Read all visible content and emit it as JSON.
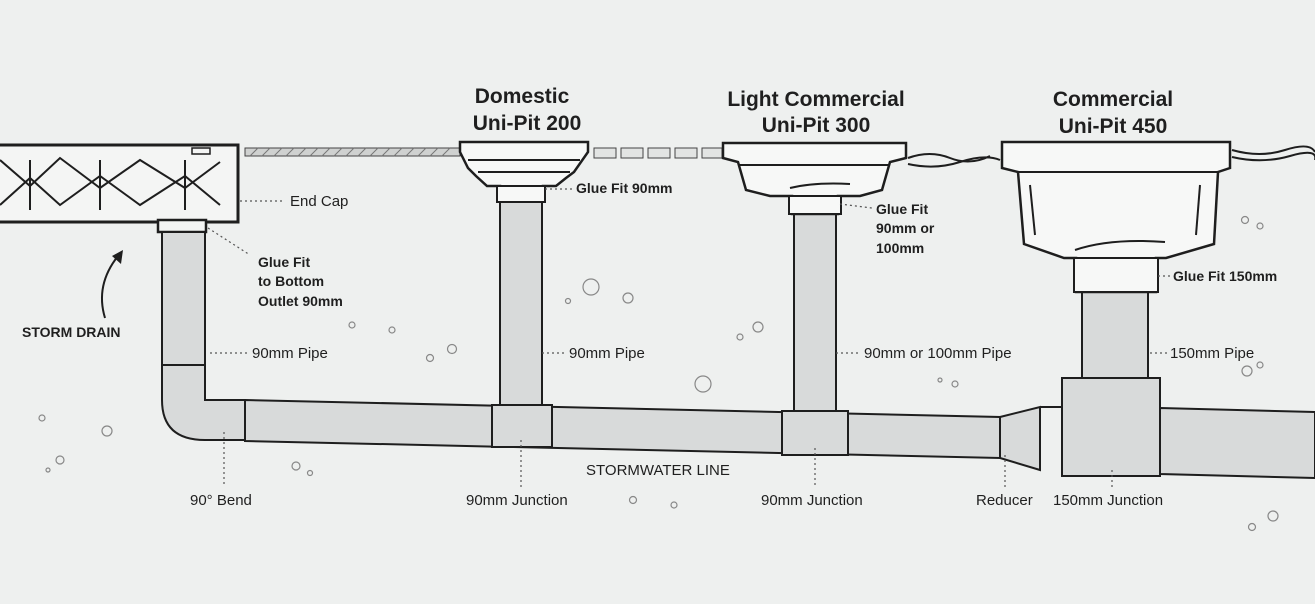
{
  "pits": [
    {
      "line1": "Domestic",
      "line2": "Uni-Pit 200"
    },
    {
      "line1": "Light Commercial",
      "line2": "Uni-Pit 300"
    },
    {
      "line1": "Commercial",
      "line2": "Uni-Pit 450"
    }
  ],
  "labels": {
    "end_cap": "End Cap",
    "glue_fit_bottom": [
      "Glue Fit",
      "to Bottom",
      "Outlet 90mm"
    ],
    "storm_drain": "STORM DRAIN",
    "glue_fit_90": "Glue Fit 90mm",
    "glue_fit_300": [
      "Glue Fit",
      "90mm or",
      "100mm"
    ],
    "glue_fit_150": "Glue Fit 150mm",
    "pipe_90_a": "90mm Pipe",
    "pipe_90_b": "90mm Pipe",
    "pipe_90_100": "90mm or 100mm Pipe",
    "pipe_150": "150mm Pipe",
    "stormwater_line": "STORMWATER LINE",
    "bend_90": "90° Bend",
    "junction_90_a": "90mm Junction",
    "junction_90_b": "90mm Junction",
    "reducer": "Reducer",
    "junction_150": "150mm Junction"
  }
}
